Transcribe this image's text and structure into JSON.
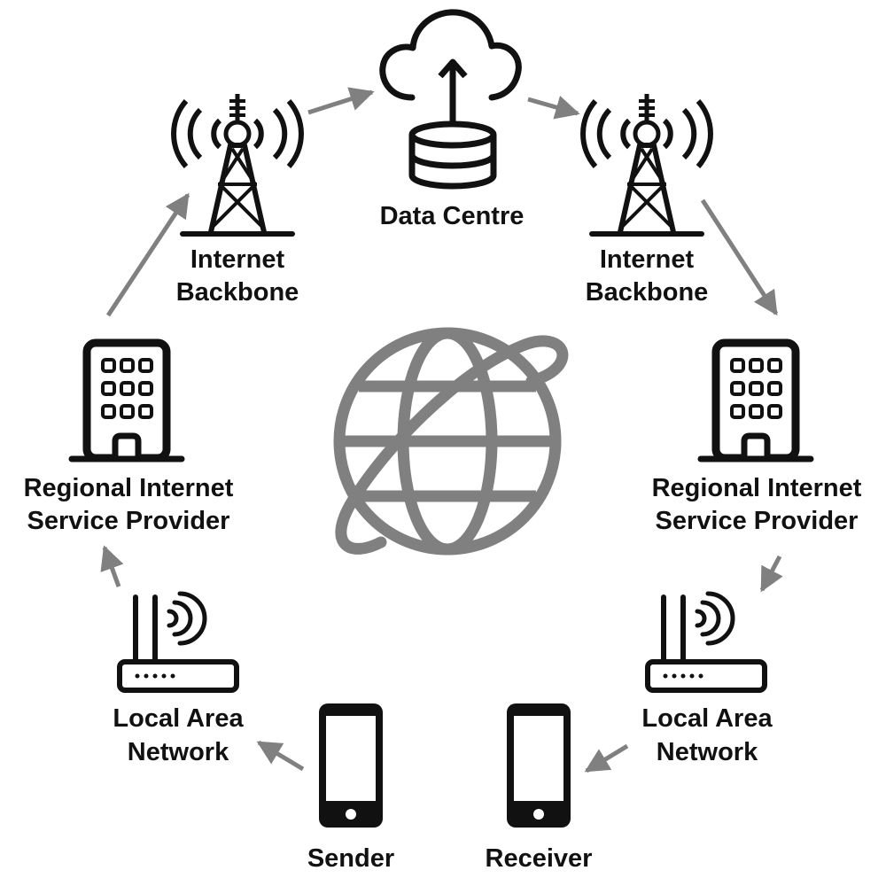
{
  "colors": {
    "icon": "#111111",
    "arrow": "#808080",
    "globe": "#808080",
    "background": "#ffffff"
  },
  "nodes": {
    "backbone_left": {
      "icon": "tower-icon",
      "line1": "Internet",
      "line2": "Backbone"
    },
    "data_centre": {
      "icon": "cloud-database-icon",
      "line1": "Data Centre"
    },
    "backbone_right": {
      "icon": "tower-icon",
      "line1": "Internet",
      "line2": "Backbone"
    },
    "isp_left": {
      "icon": "building-icon",
      "line1": "Regional Internet",
      "line2": "Service Provider"
    },
    "isp_right": {
      "icon": "building-icon",
      "line1": "Regional Internet",
      "line2": "Service Provider"
    },
    "lan_left": {
      "icon": "router-icon",
      "line1": "Local Area",
      "line2": "Network"
    },
    "lan_right": {
      "icon": "router-icon",
      "line1": "Local Area",
      "line2": "Network"
    },
    "sender": {
      "icon": "smartphone-icon",
      "line1": "Sender"
    },
    "receiver": {
      "icon": "smartphone-icon",
      "line1": "Receiver"
    }
  },
  "center": {
    "icon": "globe-icon"
  },
  "flow": [
    [
      "sender",
      "lan_left"
    ],
    [
      "lan_left",
      "isp_left"
    ],
    [
      "isp_left",
      "backbone_left"
    ],
    [
      "backbone_left",
      "data_centre"
    ],
    [
      "data_centre",
      "backbone_right"
    ],
    [
      "backbone_right",
      "isp_right"
    ],
    [
      "isp_right",
      "lan_right"
    ],
    [
      "lan_right",
      "receiver"
    ]
  ]
}
